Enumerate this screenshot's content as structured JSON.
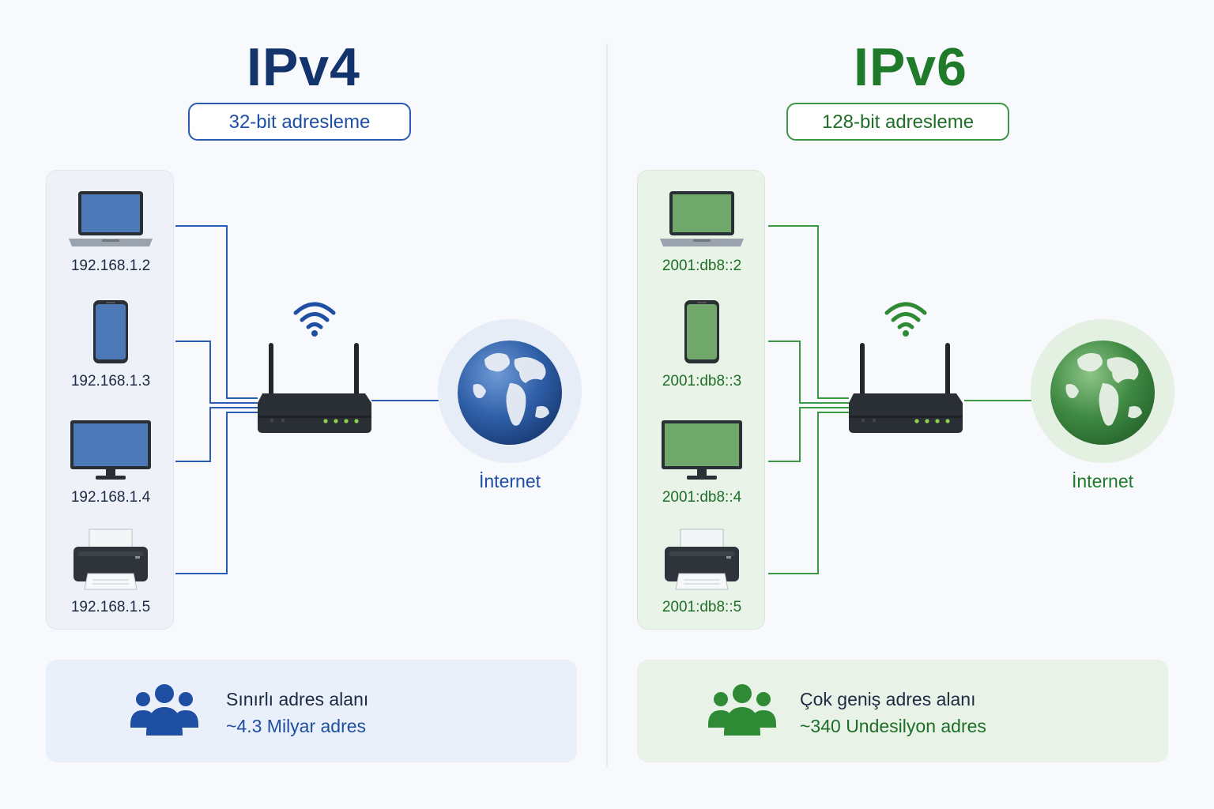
{
  "ipv4": {
    "title": "IPv4",
    "bits": "32-bit adresleme",
    "devices": [
      {
        "icon": "laptop-icon",
        "address": "192.168.1.2"
      },
      {
        "icon": "smartphone-icon",
        "address": "192.168.1.3"
      },
      {
        "icon": "monitor-icon",
        "address": "192.168.1.4"
      },
      {
        "icon": "printer-icon",
        "address": "192.168.1.5"
      }
    ],
    "internet_label": "İnternet",
    "summary_line1": "Sınırlı adres alanı",
    "summary_line2": "~4.3 Milyar adres",
    "accent": "#1f4fa3",
    "title_color": "#12336b"
  },
  "ipv6": {
    "title": "IPv6",
    "bits": "128-bit adresleme",
    "devices": [
      {
        "icon": "laptop-icon",
        "address": "2001:db8::2"
      },
      {
        "icon": "smartphone-icon",
        "address": "2001:db8::3"
      },
      {
        "icon": "monitor-icon",
        "address": "2001:db8::4"
      },
      {
        "icon": "printer-icon",
        "address": "2001:db8::5"
      }
    ],
    "internet_label": "İnternet",
    "summary_line1": "Çok geniş adres alanı",
    "summary_line2": "~340 Undesilyon adres",
    "accent": "#2e8a34",
    "title_color": "#1f7a2a"
  }
}
